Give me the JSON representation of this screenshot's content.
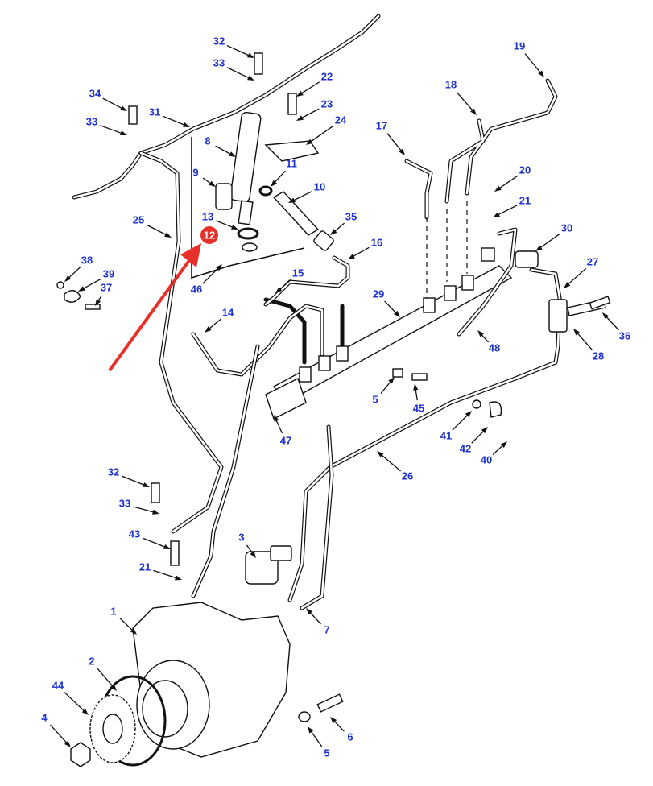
{
  "colors": {
    "label": "#1e32d2",
    "highlight": "#e8302a",
    "line": "#111111"
  },
  "highlighted_part": "12",
  "callouts": [
    "32",
    "33",
    "22",
    "34",
    "31",
    "23",
    "33",
    "24",
    "17",
    "18",
    "19",
    "8",
    "9",
    "11",
    "20",
    "10",
    "21",
    "13",
    "35",
    "25",
    "30",
    "16",
    "27",
    "38",
    "39",
    "15",
    "46",
    "37",
    "29",
    "14",
    "36",
    "48",
    "28",
    "5",
    "45",
    "47",
    "41",
    "42",
    "40",
    "26",
    "32",
    "33",
    "3",
    "43",
    "21",
    "1",
    "7",
    "2",
    "44",
    "4",
    "6",
    "5"
  ]
}
